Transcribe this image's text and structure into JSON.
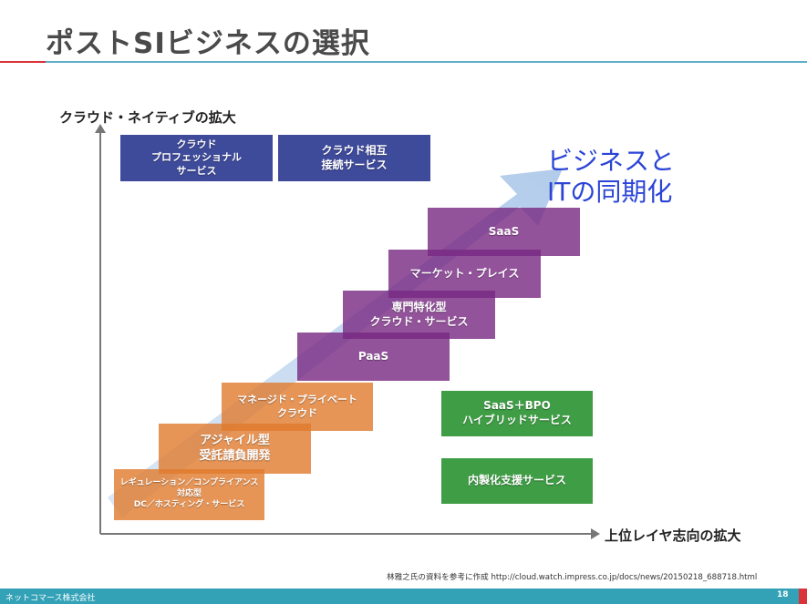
{
  "slide": {
    "title": "ポストSIビジネスの選択",
    "page_number": "18",
    "company": "ネットコマース株式会社"
  },
  "axes": {
    "y_label": "クラウド・ネイティブの拡大",
    "x_label": "上位レイヤ志向の拡大"
  },
  "boxes": {
    "cloud_professional": "クラウド\nプロフェッショナル\nサービス",
    "cloud_interconnect": "クラウド相互\n接続サービス",
    "saas": "SaaS",
    "marketplace": "マーケット・プレイス",
    "specialized_cloud": "専門特化型\nクラウド・サービス",
    "paas": "PaaS",
    "managed_private": "マネージド・プライベート\nクラウド",
    "agile_contract": "アジャイル型\n受託請負開発",
    "regulation_dc": "レギュレーション／コンプライアンス\n対応型\nDC／ホスティング・サービス",
    "saas_bpo": "SaaS＋BPO\nハイブリッドサービス",
    "insourcing_support": "内製化支援サービス"
  },
  "callout": "ビジネスと\nITの同期化",
  "source": "林雅之氏の資料を参考に作成  http://cloud.watch.impress.co.jp/docs/news/20150218_688718.html",
  "colors": {
    "navy": "#3e4a9a",
    "purple": "#7a2a85",
    "orange": "#e07b2d",
    "green": "#3f9d45",
    "callout": "#2b44d6",
    "footer": "#33a2b7",
    "accent_red": "#d9343a"
  }
}
